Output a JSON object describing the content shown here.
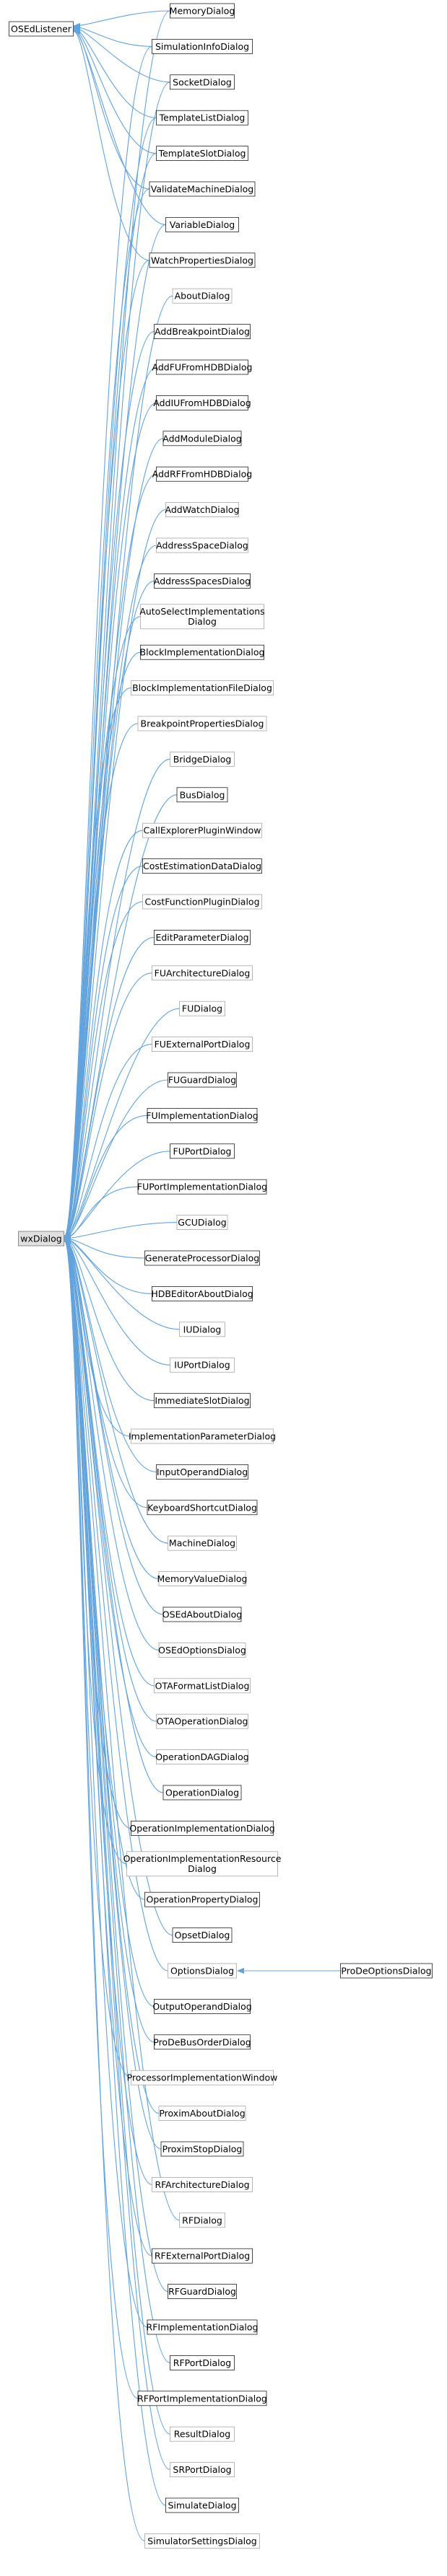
{
  "diagram": {
    "base_nodes": [
      {
        "id": "wxDialog",
        "label": "wxDialog"
      },
      {
        "id": "OSEdListener",
        "label": "OSEdListener"
      }
    ],
    "derived_from_both": [
      "MemoryDialog",
      "SimulationInfoDialog",
      "SocketDialog",
      "TemplateListDialog",
      "TemplateSlotDialog",
      "ValidateMachineDialog",
      "VariableDialog",
      "WatchPropertiesDialog"
    ],
    "nodes": [
      {
        "id": "MemoryDialog",
        "lines": [
          "MemoryDialog"
        ]
      },
      {
        "id": "SimulationInfoDialog",
        "lines": [
          "SimulationInfoDialog"
        ]
      },
      {
        "id": "SocketDialog",
        "lines": [
          "SocketDialog"
        ]
      },
      {
        "id": "TemplateListDialog",
        "lines": [
          "TemplateListDialog"
        ]
      },
      {
        "id": "TemplateSlotDialog",
        "lines": [
          "TemplateSlotDialog"
        ]
      },
      {
        "id": "ValidateMachineDialog",
        "lines": [
          "ValidateMachineDialog"
        ]
      },
      {
        "id": "VariableDialog",
        "lines": [
          "VariableDialog"
        ]
      },
      {
        "id": "WatchPropertiesDialog",
        "lines": [
          "WatchPropertiesDialog"
        ]
      },
      {
        "id": "AboutDialog",
        "lines": [
          "AboutDialog"
        ]
      },
      {
        "id": "AddBreakpointDialog",
        "lines": [
          "AddBreakpointDialog"
        ]
      },
      {
        "id": "AddFUFromHDBDialog",
        "lines": [
          "AddFUFromHDBDialog"
        ]
      },
      {
        "id": "AddIUFromHDBDialog",
        "lines": [
          "AddIUFromHDBDialog"
        ]
      },
      {
        "id": "AddModuleDialog",
        "lines": [
          "AddModuleDialog"
        ]
      },
      {
        "id": "AddRFFromHDBDialog",
        "lines": [
          "AddRFFromHDBDialog"
        ]
      },
      {
        "id": "AddWatchDialog",
        "lines": [
          "AddWatchDialog"
        ]
      },
      {
        "id": "AddressSpaceDialog",
        "lines": [
          "AddressSpaceDialog"
        ]
      },
      {
        "id": "AddressSpacesDialog",
        "lines": [
          "AddressSpacesDialog"
        ]
      },
      {
        "id": "AutoSelectImplementationsDialog",
        "lines": [
          "AutoSelectImplementations",
          "Dialog"
        ]
      },
      {
        "id": "BlockImplementationDialog",
        "lines": [
          "BlockImplementationDialog"
        ]
      },
      {
        "id": "BlockImplementationFileDialog",
        "lines": [
          "BlockImplementationFileDialog"
        ]
      },
      {
        "id": "BreakpointPropertiesDialog",
        "lines": [
          "BreakpointPropertiesDialog"
        ]
      },
      {
        "id": "BridgeDialog",
        "lines": [
          "BridgeDialog"
        ]
      },
      {
        "id": "BusDialog",
        "lines": [
          "BusDialog"
        ]
      },
      {
        "id": "CallExplorerPluginWindow",
        "lines": [
          "CallExplorerPluginWindow"
        ]
      },
      {
        "id": "CostEstimationDataDialog",
        "lines": [
          "CostEstimationDataDialog"
        ]
      },
      {
        "id": "CostFunctionPluginDialog",
        "lines": [
          "CostFunctionPluginDialog"
        ]
      },
      {
        "id": "EditParameterDialog",
        "lines": [
          "EditParameterDialog"
        ]
      },
      {
        "id": "FUArchitectureDialog",
        "lines": [
          "FUArchitectureDialog"
        ]
      },
      {
        "id": "FUDialog",
        "lines": [
          "FUDialog"
        ]
      },
      {
        "id": "FUExternalPortDialog",
        "lines": [
          "FUExternalPortDialog"
        ]
      },
      {
        "id": "FUGuardDialog",
        "lines": [
          "FUGuardDialog"
        ]
      },
      {
        "id": "FUImplementationDialog",
        "lines": [
          "FUImplementationDialog"
        ]
      },
      {
        "id": "FUPortDialog",
        "lines": [
          "FUPortDialog"
        ]
      },
      {
        "id": "FUPortImplementationDialog",
        "lines": [
          "FUPortImplementationDialog"
        ]
      },
      {
        "id": "GCUDialog",
        "lines": [
          "GCUDialog"
        ]
      },
      {
        "id": "GenerateProcessorDialog",
        "lines": [
          "GenerateProcessorDialog"
        ]
      },
      {
        "id": "HDBEditorAboutDialog",
        "lines": [
          "HDBEditorAboutDialog"
        ]
      },
      {
        "id": "IUDialog",
        "lines": [
          "IUDialog"
        ]
      },
      {
        "id": "IUPortDialog",
        "lines": [
          "IUPortDialog"
        ]
      },
      {
        "id": "ImmediateSlotDialog",
        "lines": [
          "ImmediateSlotDialog"
        ]
      },
      {
        "id": "ImplementationParameterDialog",
        "lines": [
          "ImplementationParameterDialog"
        ]
      },
      {
        "id": "InputOperandDialog",
        "lines": [
          "InputOperandDialog"
        ]
      },
      {
        "id": "KeyboardShortcutDialog",
        "lines": [
          "KeyboardShortcutDialog"
        ]
      },
      {
        "id": "MachineDialog",
        "lines": [
          "MachineDialog"
        ]
      },
      {
        "id": "MemoryValueDialog",
        "lines": [
          "MemoryValueDialog"
        ]
      },
      {
        "id": "OSEdAboutDialog",
        "lines": [
          "OSEdAboutDialog"
        ]
      },
      {
        "id": "OSEdOptionsDialog",
        "lines": [
          "OSEdOptionsDialog"
        ]
      },
      {
        "id": "OTAFormatListDialog",
        "lines": [
          "OTAFormatListDialog"
        ]
      },
      {
        "id": "OTAOperationDialog",
        "lines": [
          "OTAOperationDialog"
        ]
      },
      {
        "id": "OperationDAGDialog",
        "lines": [
          "OperationDAGDialog"
        ]
      },
      {
        "id": "OperationDialog",
        "lines": [
          "OperationDialog"
        ]
      },
      {
        "id": "OperationImplementationDialog",
        "lines": [
          "OperationImplementationDialog"
        ]
      },
      {
        "id": "OperationImplementationResourceDialog",
        "lines": [
          "OperationImplementationResource",
          "Dialog"
        ]
      },
      {
        "id": "OperationPropertyDialog",
        "lines": [
          "OperationPropertyDialog"
        ]
      },
      {
        "id": "OpsetDialog",
        "lines": [
          "OpsetDialog"
        ]
      },
      {
        "id": "OptionsDialog",
        "lines": [
          "OptionsDialog"
        ]
      },
      {
        "id": "OutputOperandDialog",
        "lines": [
          "OutputOperandDialog"
        ]
      },
      {
        "id": "ProDeBusOrderDialog",
        "lines": [
          "ProDeBusOrderDialog"
        ]
      },
      {
        "id": "ProcessorImplementationWindow",
        "lines": [
          "ProcessorImplementationWindow"
        ]
      },
      {
        "id": "ProximAboutDialog",
        "lines": [
          "ProximAboutDialog"
        ]
      },
      {
        "id": "ProximStopDialog",
        "lines": [
          "ProximStopDialog"
        ]
      },
      {
        "id": "RFArchitectureDialog",
        "lines": [
          "RFArchitectureDialog"
        ]
      },
      {
        "id": "RFDialog",
        "lines": [
          "RFDialog"
        ]
      },
      {
        "id": "RFExternalPortDialog",
        "lines": [
          "RFExternalPortDialog"
        ]
      },
      {
        "id": "RFGuardDialog",
        "lines": [
          "RFGuardDialog"
        ]
      },
      {
        "id": "RFImplementationDialog",
        "lines": [
          "RFImplementationDialog"
        ]
      },
      {
        "id": "RFPortDialog",
        "lines": [
          "RFPortDialog"
        ]
      },
      {
        "id": "RFPortImplementationDialog",
        "lines": [
          "RFPortImplementationDialog"
        ]
      },
      {
        "id": "ResultDialog",
        "lines": [
          "ResultDialog"
        ]
      },
      {
        "id": "SRPortDialog",
        "lines": [
          "SRPortDialog"
        ]
      },
      {
        "id": "SimulateDialog",
        "lines": [
          "SimulateDialog"
        ]
      },
      {
        "id": "SimulatorSettingsDialog",
        "lines": [
          "SimulatorSettingsDialog"
        ]
      }
    ],
    "grey_border_nodes": [
      "AboutDialog",
      "AddWatchDialog",
      "AddressSpaceDialog",
      "AutoSelectImplementationsDialog",
      "BlockImplementationFileDialog",
      "BreakpointPropertiesDialog",
      "BridgeDialog",
      "CallExplorerPluginWindow",
      "CostFunctionPluginDialog",
      "FUArchitectureDialog",
      "FUDialog",
      "FUExternalPortDialog",
      "GCUDialog",
      "IUDialog",
      "IUPortDialog",
      "ImplementationParameterDialog",
      "MachineDialog",
      "MemoryValueDialog",
      "OSEdOptionsDialog",
      "OTAFormatListDialog",
      "OTAOperationDialog",
      "OperationDAGDialog",
      "OperationImplementationResourceDialog",
      "OptionsDialog",
      "ProcessorImplementationWindow",
      "ProximAboutDialog",
      "RFArchitectureDialog",
      "RFDialog",
      "ResultDialog",
      "SRPortDialog",
      "SimulatorSettingsDialog"
    ],
    "extra_nodes": [
      {
        "id": "ProDeOptionsDialog",
        "lines": [
          "ProDeOptionsDialog"
        ],
        "parent": "OptionsDialog"
      }
    ]
  }
}
